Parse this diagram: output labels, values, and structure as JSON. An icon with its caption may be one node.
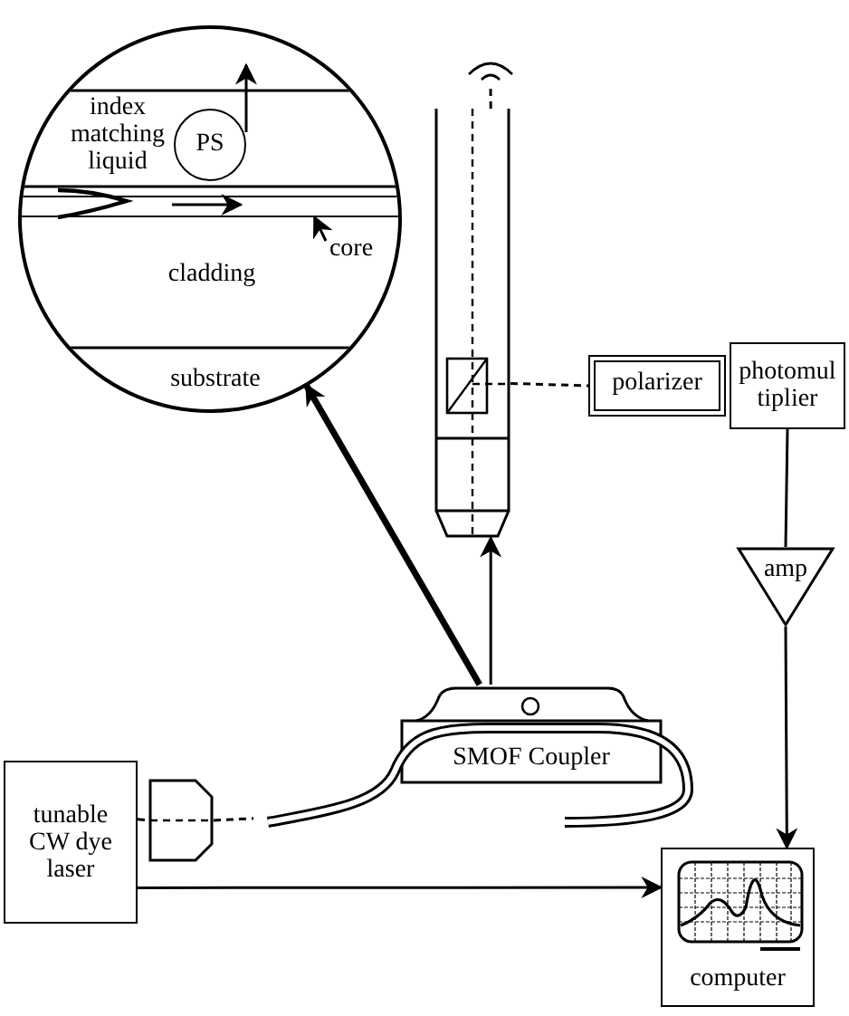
{
  "diagram": {
    "nodes": [
      {
        "text": [],
        "shape": "circle"
      },
      {
        "text": [
          "index matching liquid"
        ],
        "in": 0
      },
      {
        "text": [
          "PS"
        ],
        "in": 0
      },
      {
        "text": [
          "cladding"
        ],
        "in": 0
      },
      {
        "text": [
          "substrate"
        ],
        "in": 0
      },
      {
        "text": [
          "core"
        ],
        "in": 0
      },
      {
        "text": [],
        "shape": "bar",
        "in": 0
      },
      {
        "text": [],
        "shape": "eye"
      },
      {
        "text": [],
        "shape": "box"
      },
      {
        "text": [
          "polarizer"
        ]
      },
      {
        "text": [
          "photomul tiplier"
        ]
      },
      {
        "text": [
          "amp"
        ]
      },
      {
        "text": [
          "SMOF Coupler"
        ]
      },
      {
        "text": [
          "tunable CW dye laser"
        ]
      },
      {
        "text": [],
        "shape": "box"
      },
      {
        "text": [
          "computer"
        ]
      }
    ],
    "edges": [
      {
        "from": 5,
        "to": 6,
        "arrow": "to"
      },
      {
        "from": 12,
        "to": 0,
        "arrow": "to",
        "style": "thick"
      },
      {
        "from": 12,
        "to": 8,
        "arrow": "to"
      },
      {
        "from": 8,
        "to": 7,
        "arrow": "none",
        "style": "dashed"
      },
      {
        "from": 8,
        "to": 9,
        "arrow": "none",
        "style": "dashed"
      },
      {
        "from": 10,
        "to": 11,
        "arrow": "none"
      },
      {
        "from": 11,
        "to": 15,
        "arrow": "to"
      },
      {
        "from": 13,
        "to": 14,
        "arrow": "none",
        "style": "dashed"
      },
      {
        "from": 14,
        "to": 12,
        "arrow": "none",
        "style": "dashed"
      },
      {
        "from": 13,
        "to": 15,
        "arrow": "to"
      }
    ]
  }
}
